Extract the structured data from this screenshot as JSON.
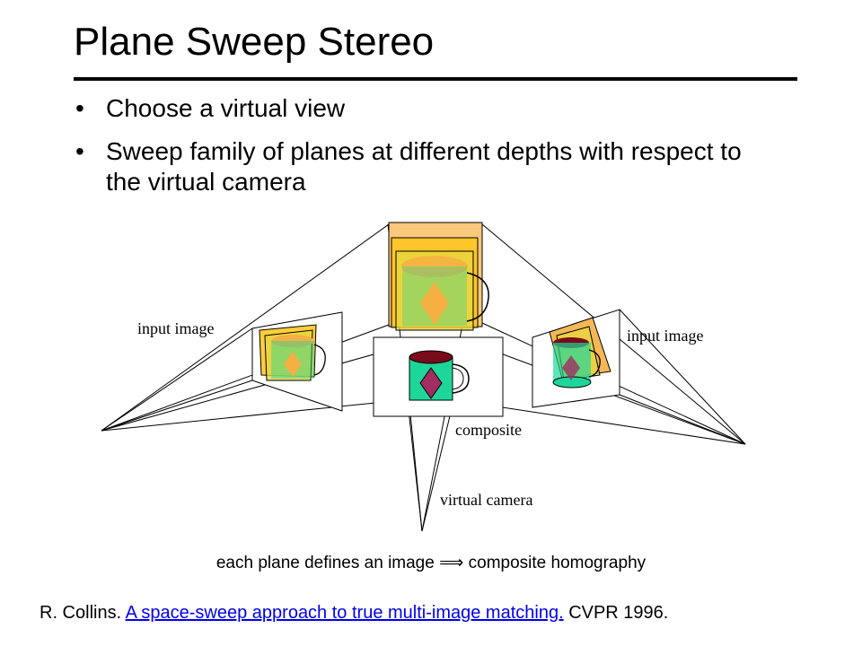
{
  "slide": {
    "title": "Plane Sweep Stereo",
    "bullets": [
      "Choose a virtual view",
      "Sweep family of planes at different depths with respect to the virtual camera"
    ]
  },
  "diagram": {
    "labels": {
      "input_left": "input image",
      "input_right": "input image",
      "composite": "composite",
      "virtual_camera": "virtual camera"
    },
    "colors": {
      "mug_body": "#1fd69a",
      "mug_rim": "#7a0b1a",
      "diamond": "#a12d62",
      "plane_fill_light": "#f9c87a",
      "plane_fill_gold": "#ffc61a",
      "plane_fill_yellow": "#e9d640",
      "projected_diamond": "#f4b042"
    }
  },
  "caption": {
    "before_arrow": "each plane defines an image",
    "arrow": "⟹",
    "after_arrow": "composite homography"
  },
  "citation": {
    "author": "R. Collins.",
    "link_text": "A space-sweep approach to true multi-image matching.",
    "venue": "CVPR  1996."
  }
}
